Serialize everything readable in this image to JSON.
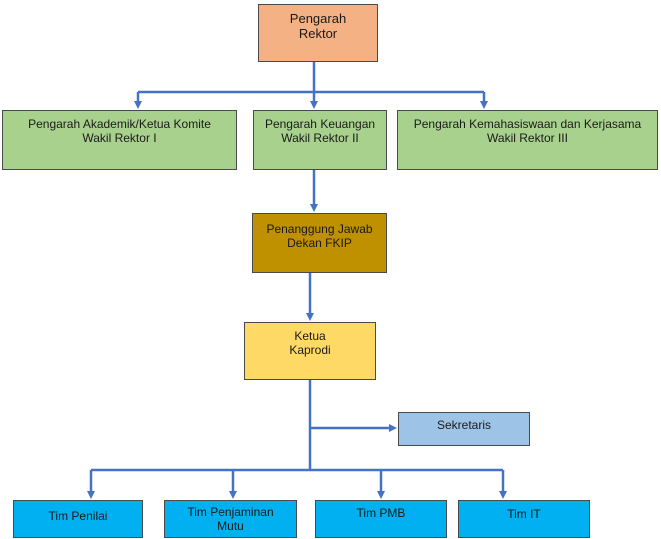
{
  "diagram": {
    "nodes": {
      "rektor": {
        "lines": [
          "Pengarah",
          "Rektor"
        ],
        "color": "#F4B183"
      },
      "wr1": {
        "lines": [
          "Pengarah Akademik/Ketua Komite",
          "Wakil Rektor I"
        ],
        "color": "#A9D18E"
      },
      "wr2": {
        "lines": [
          "Pengarah Keuangan",
          "Wakil Rektor II"
        ],
        "color": "#A9D18E"
      },
      "wr3": {
        "lines": [
          "Pengarah Kemahasiswaan dan Kerjasama",
          "Wakil Rektor III"
        ],
        "color": "#A9D18E"
      },
      "dekan": {
        "lines": [
          "Penanggung Jawab",
          "Dekan FKIP"
        ],
        "color": "#BF9000"
      },
      "kaprodi": {
        "lines": [
          "Ketua",
          "Kaprodi"
        ],
        "color": "#FFD966"
      },
      "sekretaris": {
        "lines": [
          "Sekretaris"
        ],
        "color": "#9DC3E6"
      },
      "penilai": {
        "lines": [
          "Tim Penilai"
        ],
        "color": "#00B0F0"
      },
      "mutu": {
        "lines": [
          "Tim Penjaminan",
          "Mutu"
        ],
        "color": "#00B0F0"
      },
      "pmb": {
        "lines": [
          "Tim PMB"
        ],
        "color": "#00B0F0"
      },
      "it": {
        "lines": [
          "Tim IT"
        ],
        "color": "#00B0F0"
      }
    },
    "connector_color": "#4472C4"
  }
}
